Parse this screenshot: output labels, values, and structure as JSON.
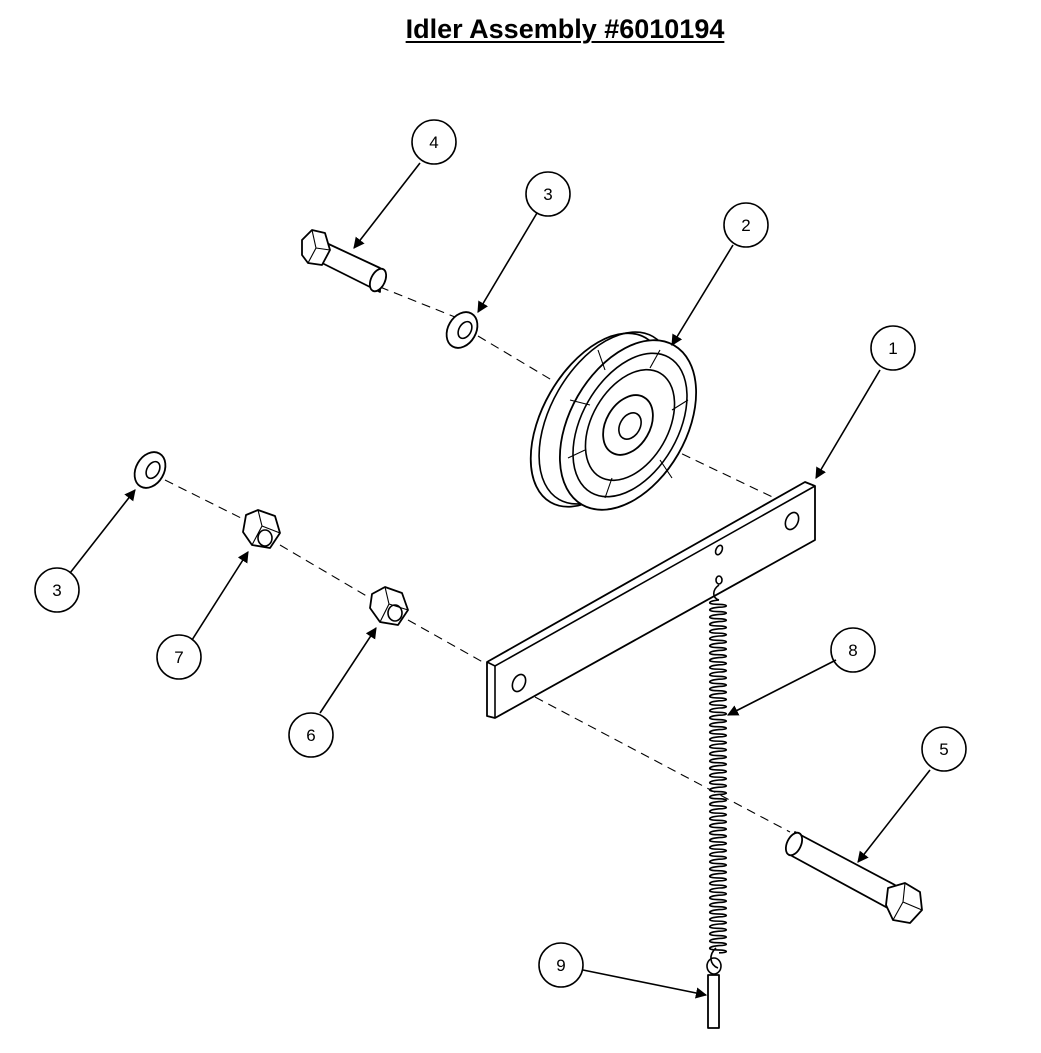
{
  "title": "Idler Assembly #6010194",
  "callouts": [
    {
      "label": "1"
    },
    {
      "label": "2"
    },
    {
      "label": "3"
    },
    {
      "label": "4"
    },
    {
      "label": "3"
    },
    {
      "label": "7"
    },
    {
      "label": "6"
    },
    {
      "label": "8"
    },
    {
      "label": "5"
    },
    {
      "label": "9"
    }
  ]
}
